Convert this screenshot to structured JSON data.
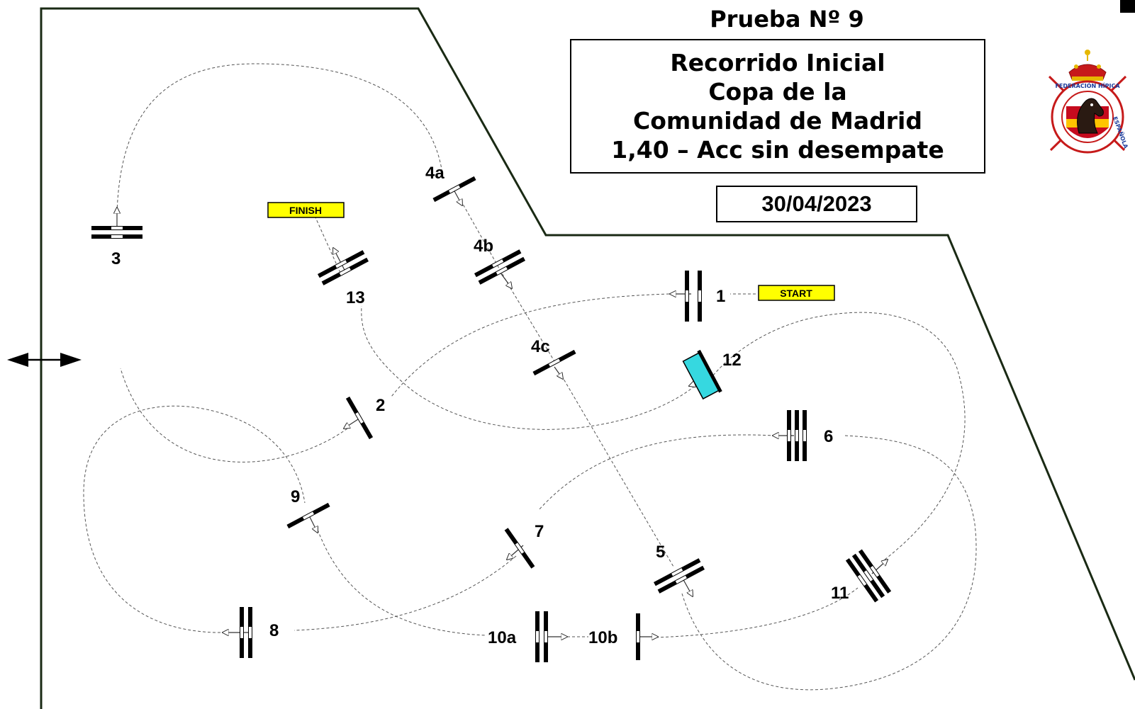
{
  "header": {
    "title": "Prueba Nº 9",
    "info_lines": [
      "Recorrido Inicial",
      "Copa de la",
      "Comunidad de Madrid",
      "1,40 – Acc sin desempate"
    ],
    "date": "30/04/2023"
  },
  "emblem": {
    "ring_text": "FEDERACIÓN HÍPICA ESPAÑOLA",
    "flag_colors": [
      "#c60b1e",
      "#ffc400"
    ],
    "ring_color": "#ffffff",
    "border_color": "#c61a1a"
  },
  "markers": {
    "start": "START",
    "finish": "FINISH"
  },
  "fence_labels": [
    "1",
    "2",
    "3",
    "4a",
    "4b",
    "4c",
    "5",
    "6",
    "7",
    "8",
    "9",
    "10a",
    "10b",
    "11",
    "12",
    "13"
  ],
  "colors": {
    "arena_border": "#1a2a14",
    "marker_fill": "#ffff00",
    "water_fence": "#36d8e0",
    "route": "#555555"
  },
  "icons": {
    "entrance": "double-arrow-icon"
  }
}
